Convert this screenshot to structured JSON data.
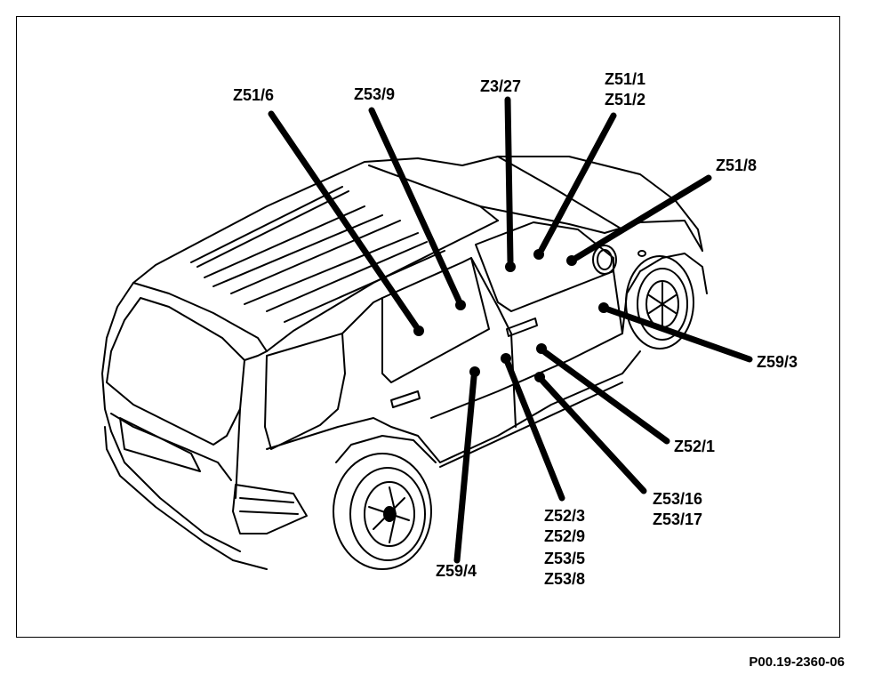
{
  "figure_ref": "P00.19-2360-06",
  "labels": {
    "z51_6": "Z51/6",
    "z53_9": "Z53/9",
    "z3_27": "Z3/27",
    "z51_1": "Z51/1",
    "z51_2": "Z51/2",
    "z51_8": "Z51/8",
    "z59_3": "Z59/3",
    "z52_1": "Z52/1",
    "z53_16": "Z53/16",
    "z53_17": "Z53/17",
    "z52_3": "Z52/3",
    "z52_9": "Z52/9",
    "z53_5": "Z53/5",
    "z53_8": "Z53/8",
    "z59_4": "Z59/4"
  }
}
